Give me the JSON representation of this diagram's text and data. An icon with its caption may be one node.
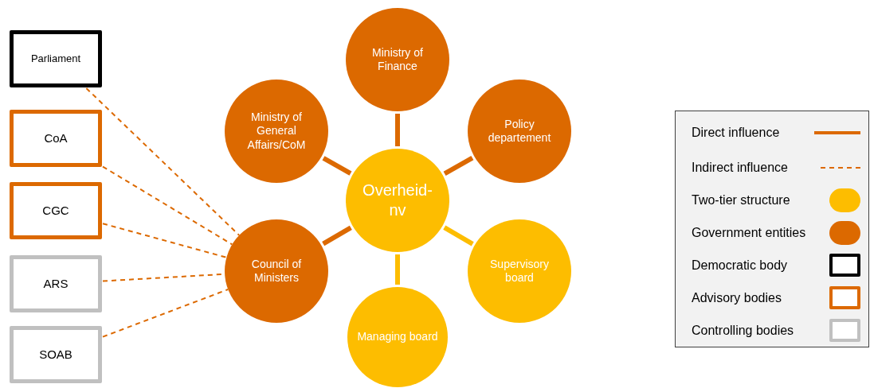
{
  "diagram": {
    "nodes": [
      {
        "text": [
          "Parliament"
        ]
      },
      {
        "text": [
          "CoA"
        ]
      },
      {
        "text": [
          "CGC"
        ]
      },
      {
        "text": [
          "ARS"
        ]
      },
      {
        "text": [
          "SOAB"
        ]
      },
      {
        "text": [
          "Ministry of Finance"
        ]
      },
      {
        "text": [
          "Ministry of General Affairs/CoM"
        ]
      },
      {
        "text": [
          "Policy departement"
        ]
      },
      {
        "text": [
          "Overheid-nv"
        ]
      },
      {
        "text": [
          "Council of Ministers"
        ]
      },
      {
        "text": [
          "Supervisory board"
        ]
      },
      {
        "text": [
          "Managing board"
        ]
      }
    ],
    "edges": [
      {
        "from": 8,
        "to": 5,
        "arrow": "none"
      },
      {
        "from": 8,
        "to": 6,
        "arrow": "none"
      },
      {
        "from": 8,
        "to": 7,
        "arrow": "none"
      },
      {
        "from": 8,
        "to": 9,
        "arrow": "none"
      },
      {
        "from": 8,
        "to": 10,
        "arrow": "none",
        "color": "#fdbd00"
      },
      {
        "from": 8,
        "to": 11,
        "arrow": "none",
        "color": "#fdbd00"
      },
      {
        "from": 0,
        "to": 9,
        "arrow": "none",
        "style": "dashed"
      },
      {
        "from": 1,
        "to": 9,
        "arrow": "none",
        "style": "dashed"
      },
      {
        "from": 2,
        "to": 9,
        "arrow": "none",
        "style": "dashed"
      },
      {
        "from": 3,
        "to": 9,
        "arrow": "none",
        "style": "dashed"
      },
      {
        "from": 4,
        "to": 9,
        "arrow": "none",
        "style": "dashed"
      }
    ],
    "legend": [
      {
        "text": "Direct influence"
      },
      {
        "text": "Indirect influence"
      },
      {
        "text": "Two-tier structure",
        "color": "#fdbd00"
      },
      {
        "text": "Government entities",
        "color": "#dc6900"
      },
      {
        "text": "Democratic body"
      },
      {
        "text": "Advisory bodies"
      },
      {
        "text": "Controlling bodies"
      }
    ]
  }
}
